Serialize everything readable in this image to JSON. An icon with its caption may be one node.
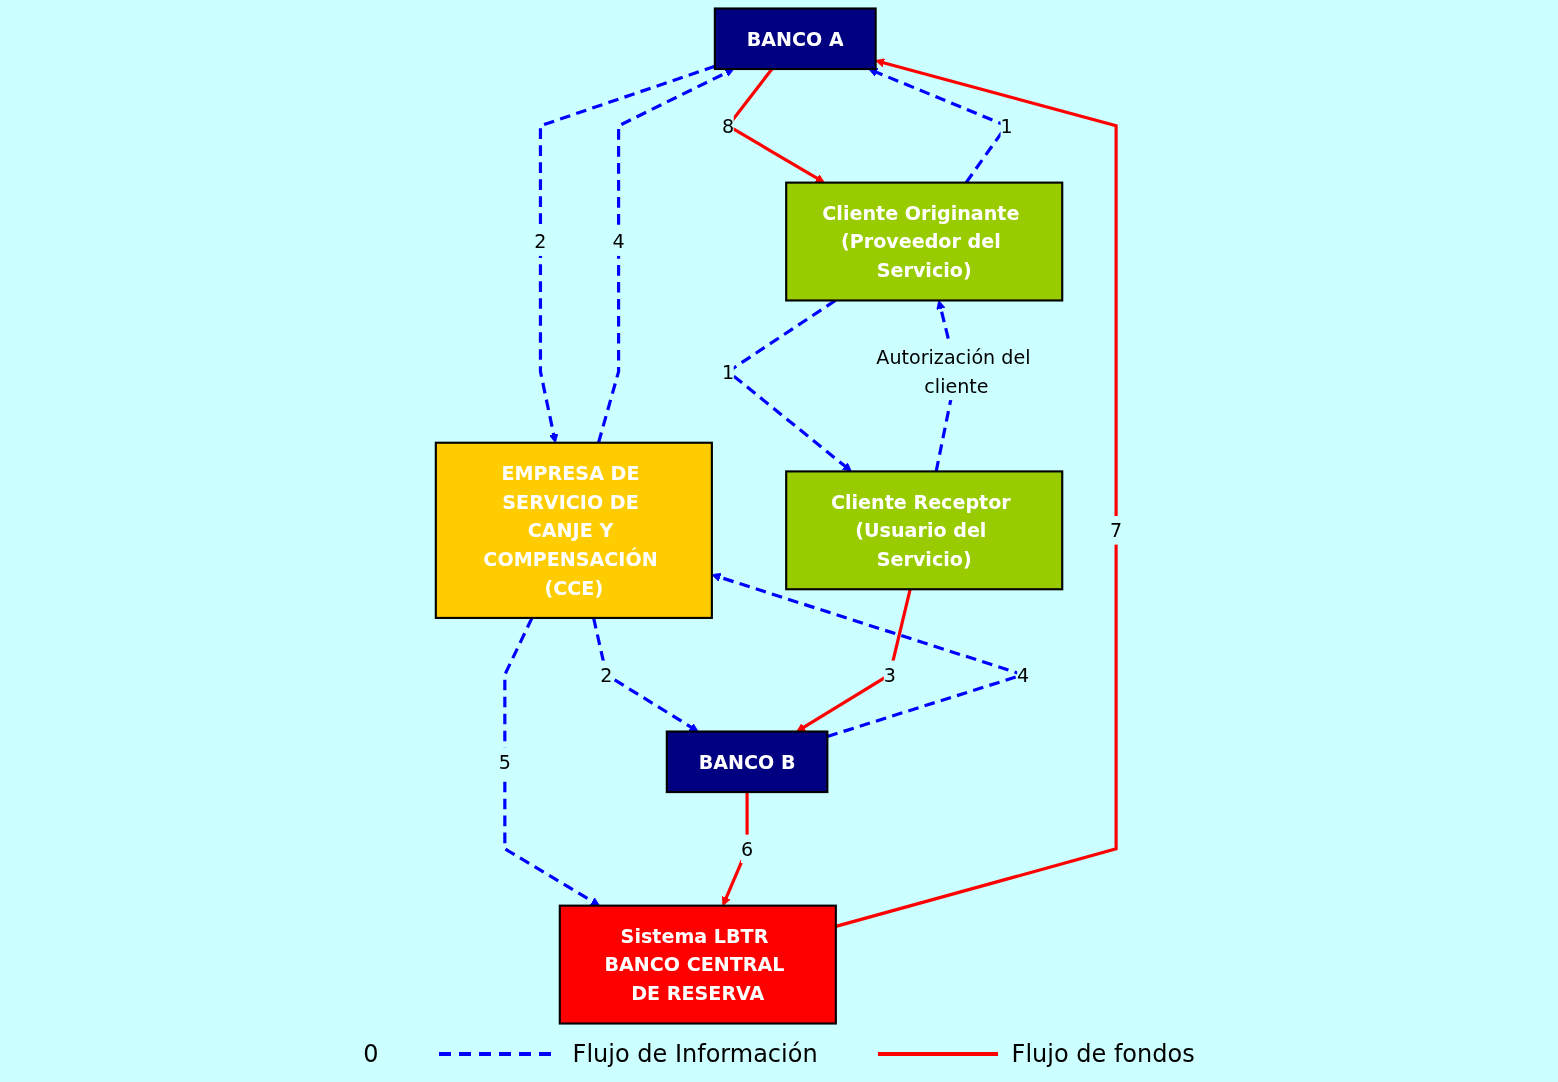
{
  "diagram": {
    "nodes": [
      {
        "text": [
          "BANCO A"
        ]
      },
      {
        "text": [
          "EMPRESA DE SERVICIO DE CANJE Y COMPENSACIÓN (CCE)"
        ]
      },
      {
        "text": [
          "BANCO B"
        ]
      },
      {
        "text": [
          "Sistema LBTR BANCO CENTRAL DE RESERVA"
        ]
      },
      {
        "text": [
          "Cliente Originante (Proveedor del Servicio)"
        ]
      },
      {
        "text": [
          "Cliente Receptor (Usuario del Servicio)"
        ]
      }
    ],
    "edges": [
      {
        "from": 0,
        "to": 1,
        "arrow": "to",
        "label": "2",
        "style": "dashed"
      },
      {
        "from": 1,
        "to": 2,
        "arrow": "to",
        "label": "2",
        "style": "dashed"
      },
      {
        "from": 1,
        "to": 0,
        "arrow": "to",
        "label": "4",
        "style": "dashed"
      },
      {
        "from": 2,
        "to": 1,
        "arrow": "to",
        "label": "4",
        "style": "dashed"
      },
      {
        "from": 1,
        "to": 3,
        "arrow": "to",
        "label": "5",
        "style": "dashed"
      },
      {
        "from": 2,
        "to": 3,
        "arrow": "to",
        "label": "6",
        "color": "#ff0000"
      },
      {
        "from": 3,
        "to": 0,
        "arrow": "to",
        "label": "7",
        "color": "#ff0000"
      },
      {
        "from": 0,
        "to": 4,
        "arrow": "to",
        "label": "8",
        "color": "#ff0000"
      },
      {
        "from": 4,
        "to": 0,
        "arrow": "to",
        "label": "1",
        "style": "dashed"
      },
      {
        "from": 4,
        "to": 5,
        "arrow": "to",
        "label": "1",
        "style": "dashed"
      },
      {
        "from": 5,
        "to": 2,
        "arrow": "to",
        "label": "3",
        "color": "#ff0000"
      },
      {
        "from": 5,
        "to": 4,
        "arrow": "to",
        "label": "Autorización del cliente",
        "style": "dashed"
      }
    ],
    "labels": [
      "0"
    ],
    "legend": [
      {
        "text": "Flujo de Información"
      },
      {
        "text": "Flujo de fondos"
      }
    ]
  }
}
